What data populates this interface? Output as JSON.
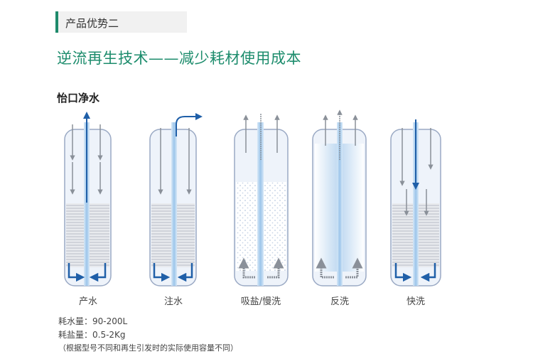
{
  "section": {
    "title": "产品优势二"
  },
  "headline": "逆流再生技术——减少耗材使用成本",
  "brand": "怡口净水",
  "stages": [
    {
      "label": "产水"
    },
    {
      "label": "注水"
    },
    {
      "label": "吸盐/慢洗"
    },
    {
      "label": "反洗"
    },
    {
      "label": "快洗"
    }
  ],
  "notes": {
    "water": "耗水量：90-200L",
    "salt": "耗盐量：0.5-2Kg",
    "remark": "（根据型号不同和再生引发时的实际使用容量不同）"
  },
  "colors": {
    "accent": "#1c8c6c",
    "arrow_blue": "#1f5fa8",
    "arrow_gray": "#8a9099",
    "tank_border": "#9aa9c4"
  }
}
